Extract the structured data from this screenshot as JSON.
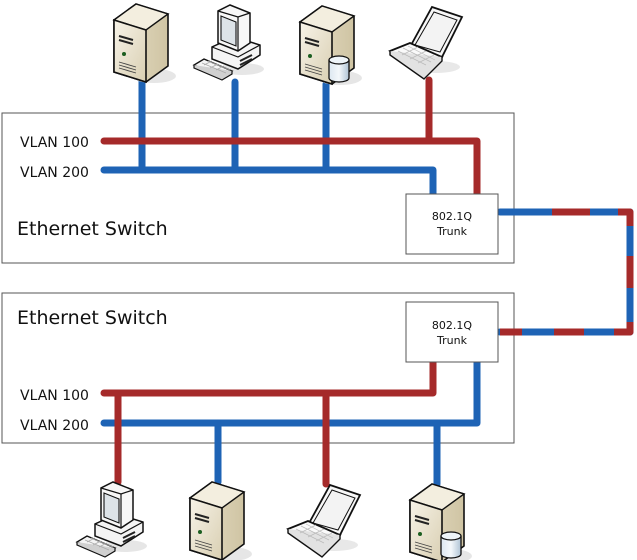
{
  "colors": {
    "vlan100": "#A52A2A",
    "vlan200": "#1E63B5",
    "box_border": "#555555",
    "device_beige": "#EDE6D3"
  },
  "switches": [
    {
      "title": "Ethernet Switch",
      "vlan_labels": [
        "VLAN 100",
        "VLAN 200"
      ],
      "trunk_label_line1": "802.1Q",
      "trunk_label_line2": "Trunk"
    },
    {
      "title": "Ethernet Switch",
      "vlan_labels": [
        "VLAN 100",
        "VLAN 200"
      ],
      "trunk_label_line1": "802.1Q",
      "trunk_label_line2": "Trunk"
    }
  ],
  "top_devices": [
    {
      "type": "server",
      "icon": "server-icon",
      "vlan": "VLAN 200"
    },
    {
      "type": "desktop",
      "icon": "desktop-computer-icon",
      "vlan": "VLAN 200"
    },
    {
      "type": "database-server",
      "icon": "database-server-icon",
      "vlan": "VLAN 200"
    },
    {
      "type": "laptop",
      "icon": "laptop-icon",
      "vlan": "VLAN 100"
    }
  ],
  "bottom_devices": [
    {
      "type": "desktop",
      "icon": "desktop-computer-icon",
      "vlan": "VLAN 100"
    },
    {
      "type": "server",
      "icon": "server-icon",
      "vlan": "VLAN 200"
    },
    {
      "type": "laptop",
      "icon": "laptop-icon",
      "vlan": "VLAN 100"
    },
    {
      "type": "database-server",
      "icon": "database-server-icon",
      "vlan": "VLAN 200"
    }
  ],
  "trunk_link": {
    "description": "802.1Q trunk carrying VLAN 100 and VLAN 200"
  }
}
